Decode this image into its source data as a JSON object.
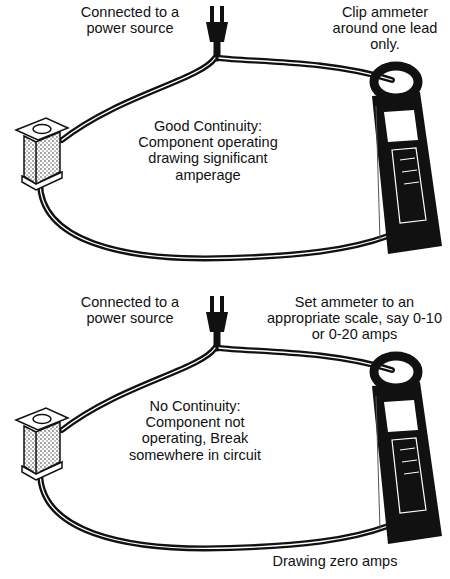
{
  "diagram": {
    "labels": [
      "Connected to a power source",
      "Clip ammeter around one lead only.",
      "Good Continuity: Component operating drawing significant amperage",
      "Connected to a power source",
      "Set ammeter to an appropriate scale, say 0-10 or 0-20 amps",
      "No Continuity: Component not operating, Break somewhere in circuit",
      "Drawing zero amps"
    ]
  }
}
